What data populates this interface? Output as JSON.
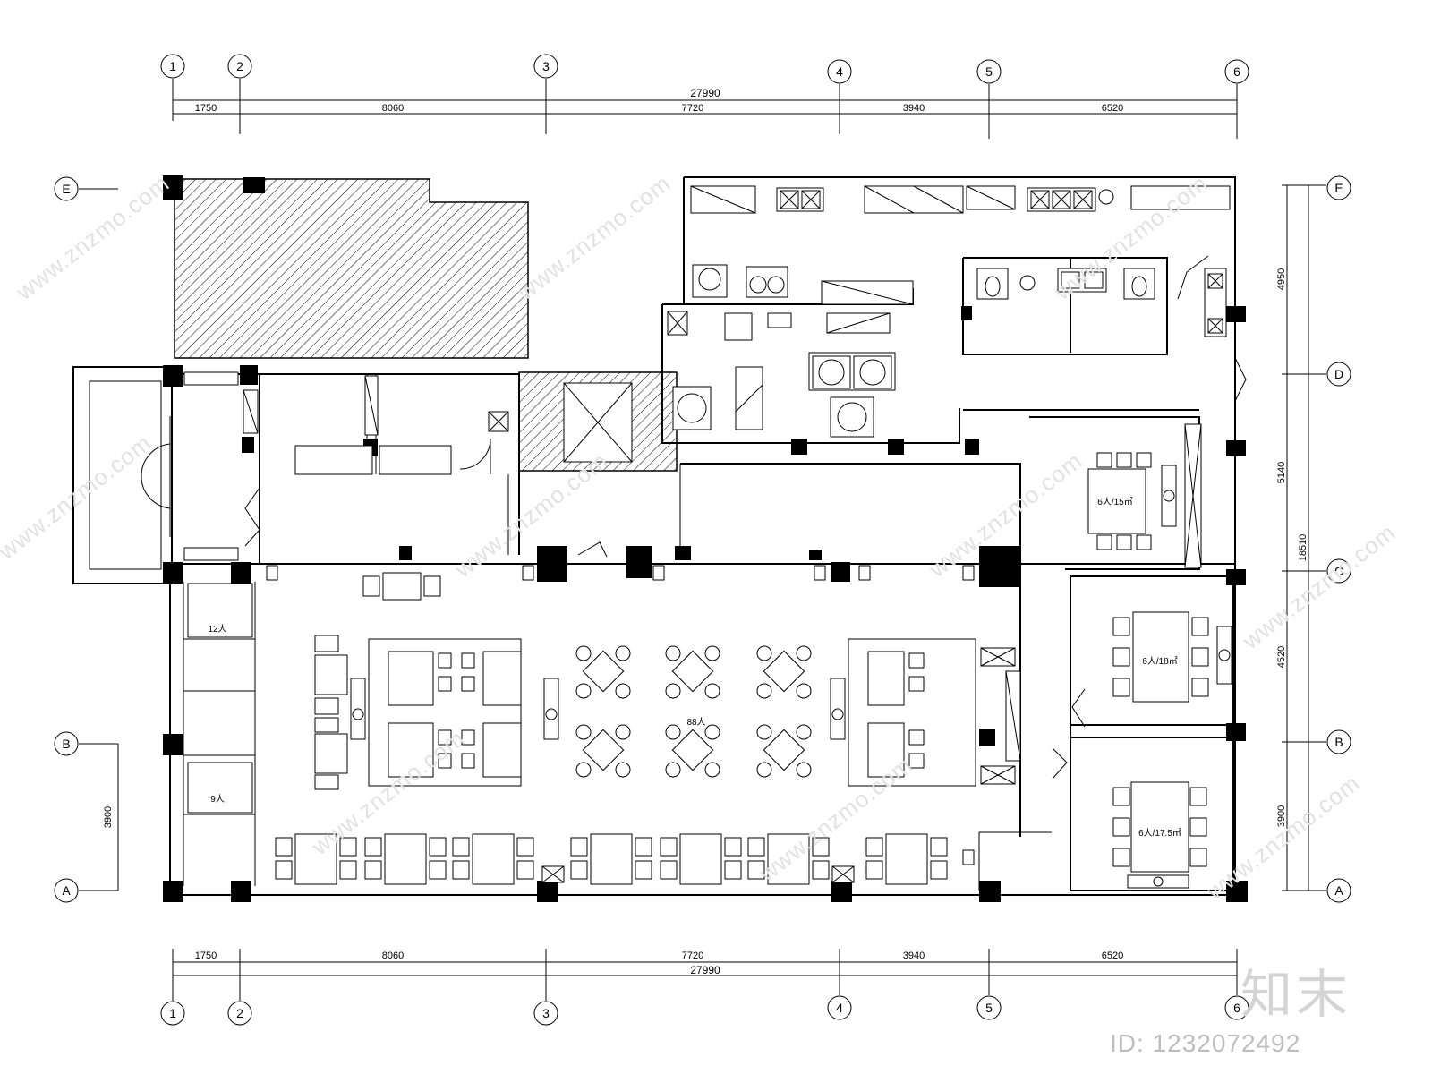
{
  "grid": {
    "columns": [
      "1",
      "2",
      "3",
      "4",
      "5",
      "6"
    ],
    "rows": [
      "E",
      "D",
      "C",
      "B",
      "A"
    ]
  },
  "dimensions": {
    "overall_top": "27990",
    "overall_bottom": "27990",
    "top_segments": [
      "1750",
      "8060",
      "7720",
      "3940",
      "6520"
    ],
    "bottom_segments": [
      "1750",
      "8060",
      "7720",
      "3940",
      "6520"
    ],
    "right_segments": [
      "4950",
      "5140",
      "4520",
      "3900"
    ],
    "right_total": "18510",
    "left_segment": "3900"
  },
  "rooms": {
    "private_room_top": "6人/15㎡",
    "private_room_mid": "6人/18㎡",
    "private_room_bottom": "6人/17.5㎡",
    "main_hall_count": "88人",
    "booth_12": "12人",
    "booth_9": "9人"
  },
  "watermark": {
    "site": "www.znzmo.com",
    "brand": "知末",
    "id": "ID: 1232072492"
  },
  "colors": {
    "line": "#000000",
    "watermark": "#e2e2e2"
  },
  "icons": [
    "column-marker",
    "door-swing",
    "toilet-fixture",
    "sink-fixture",
    "fire-hydrant",
    "hatched-void"
  ]
}
